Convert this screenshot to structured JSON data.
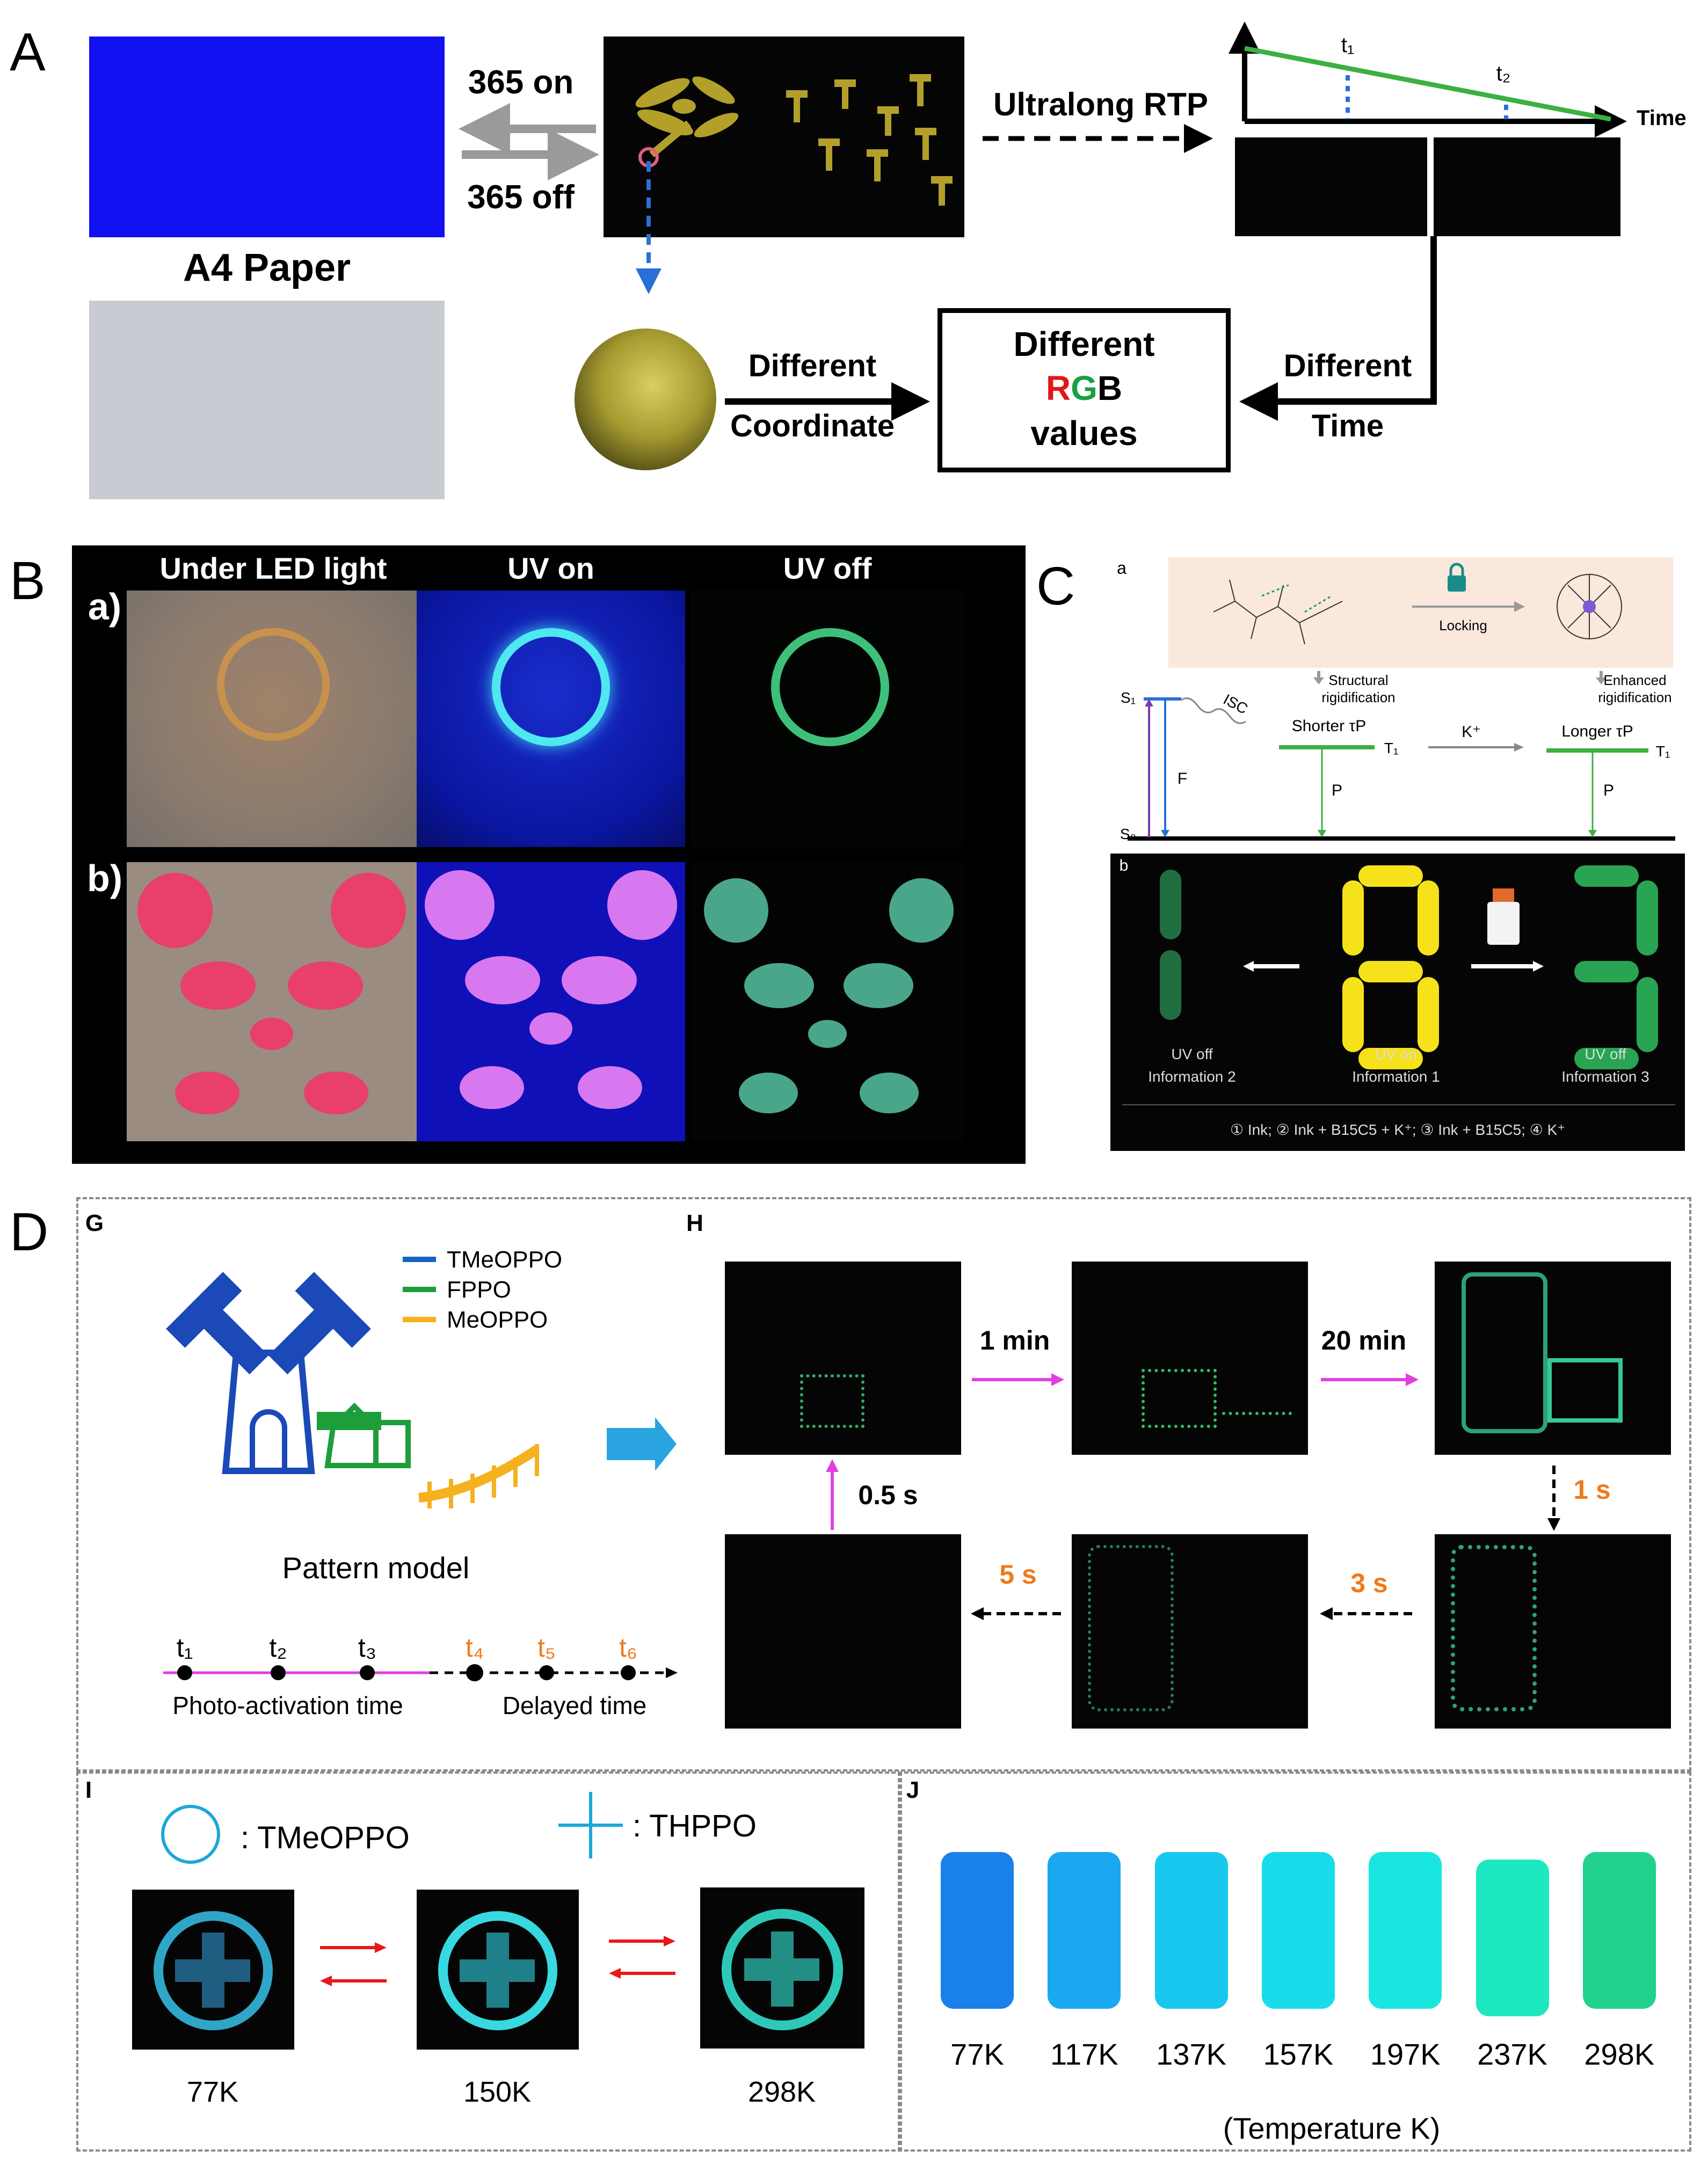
{
  "panel_labels": [
    "A",
    "B",
    "C",
    "D"
  ],
  "panelA": {
    "on_label": "365 on",
    "off_label": "365 off",
    "paper_label": "A4 Paper",
    "rtp_label": "Ultralong RTP",
    "t1": "t₁",
    "t2": "t₂",
    "time_label": "Time",
    "diff_coord": [
      "Different",
      "Coordinate"
    ],
    "diff_time": [
      "Different",
      "Time"
    ],
    "box_line1": "Different",
    "box_rgb": [
      "R",
      "G",
      "B"
    ],
    "box_line3": "values",
    "colors": {
      "blue_paper": "#1010f0",
      "gray_paper": "#c9cbd2",
      "rtp_line": "#3cb043",
      "pink": "#e06080"
    }
  },
  "panelB": {
    "cols": [
      "Under LED light",
      "UV on",
      "UV off"
    ],
    "rows": [
      "a)",
      "b)"
    ]
  },
  "panelC": {
    "a": "a",
    "b": "b",
    "locking": "Locking",
    "structural": [
      "Structural",
      "rigidification"
    ],
    "enhanced": [
      "Enhanced",
      "rigidification"
    ],
    "shorter": "Shorter τP",
    "longer": "Longer τP",
    "S1": "S₁",
    "S0": "S₀",
    "T1": "T₁",
    "ISC": "ISC",
    "F": "F",
    "P": "P",
    "K": "K⁺",
    "info": [
      [
        "UV off",
        "Information 2"
      ],
      [
        "UV on",
        "Information 1"
      ],
      [
        "UV off",
        "Information 3"
      ]
    ],
    "legend": "① Ink;   ② Ink + B15C5 + K⁺;   ③ Ink + B15C5;   ④ K⁺"
  },
  "panelD": {
    "G": "G",
    "H": "H",
    "I": "I",
    "J": "J",
    "legend": [
      {
        "name": "TMeOPPO",
        "color": "#1565c0"
      },
      {
        "name": "FPPO",
        "color": "#1e9e3a"
      },
      {
        "name": "MeOPPO",
        "color": "#f5b21e"
      }
    ],
    "pattern_model": "Pattern model",
    "timeline": [
      "t₁",
      "t₂",
      "t₃",
      "t₄",
      "t₅",
      "t₆"
    ],
    "photo_activation": "Photo-activation time",
    "delayed": "Delayed time",
    "h_arrows": {
      "a1": "1 min",
      "a2": "20 min",
      "a3": "1 s",
      "a4": "3 s",
      "a5": "5 s",
      "a6": "0.5 s"
    },
    "i_legend": [
      ": TMeOPPO",
      ": THPPO"
    ],
    "i_temps": [
      "77K",
      "150K",
      "298K"
    ],
    "j_temps": [
      "77K",
      "117K",
      "137K",
      "157K",
      "197K",
      "237K",
      "298K"
    ],
    "j_colors": [
      "#1a80ea",
      "#1aa8f0",
      "#18c8ee",
      "#18dcea",
      "#1ae6e0",
      "#1ee8c0",
      "#20d28e"
    ],
    "j_axis": "(Temperature K)"
  }
}
